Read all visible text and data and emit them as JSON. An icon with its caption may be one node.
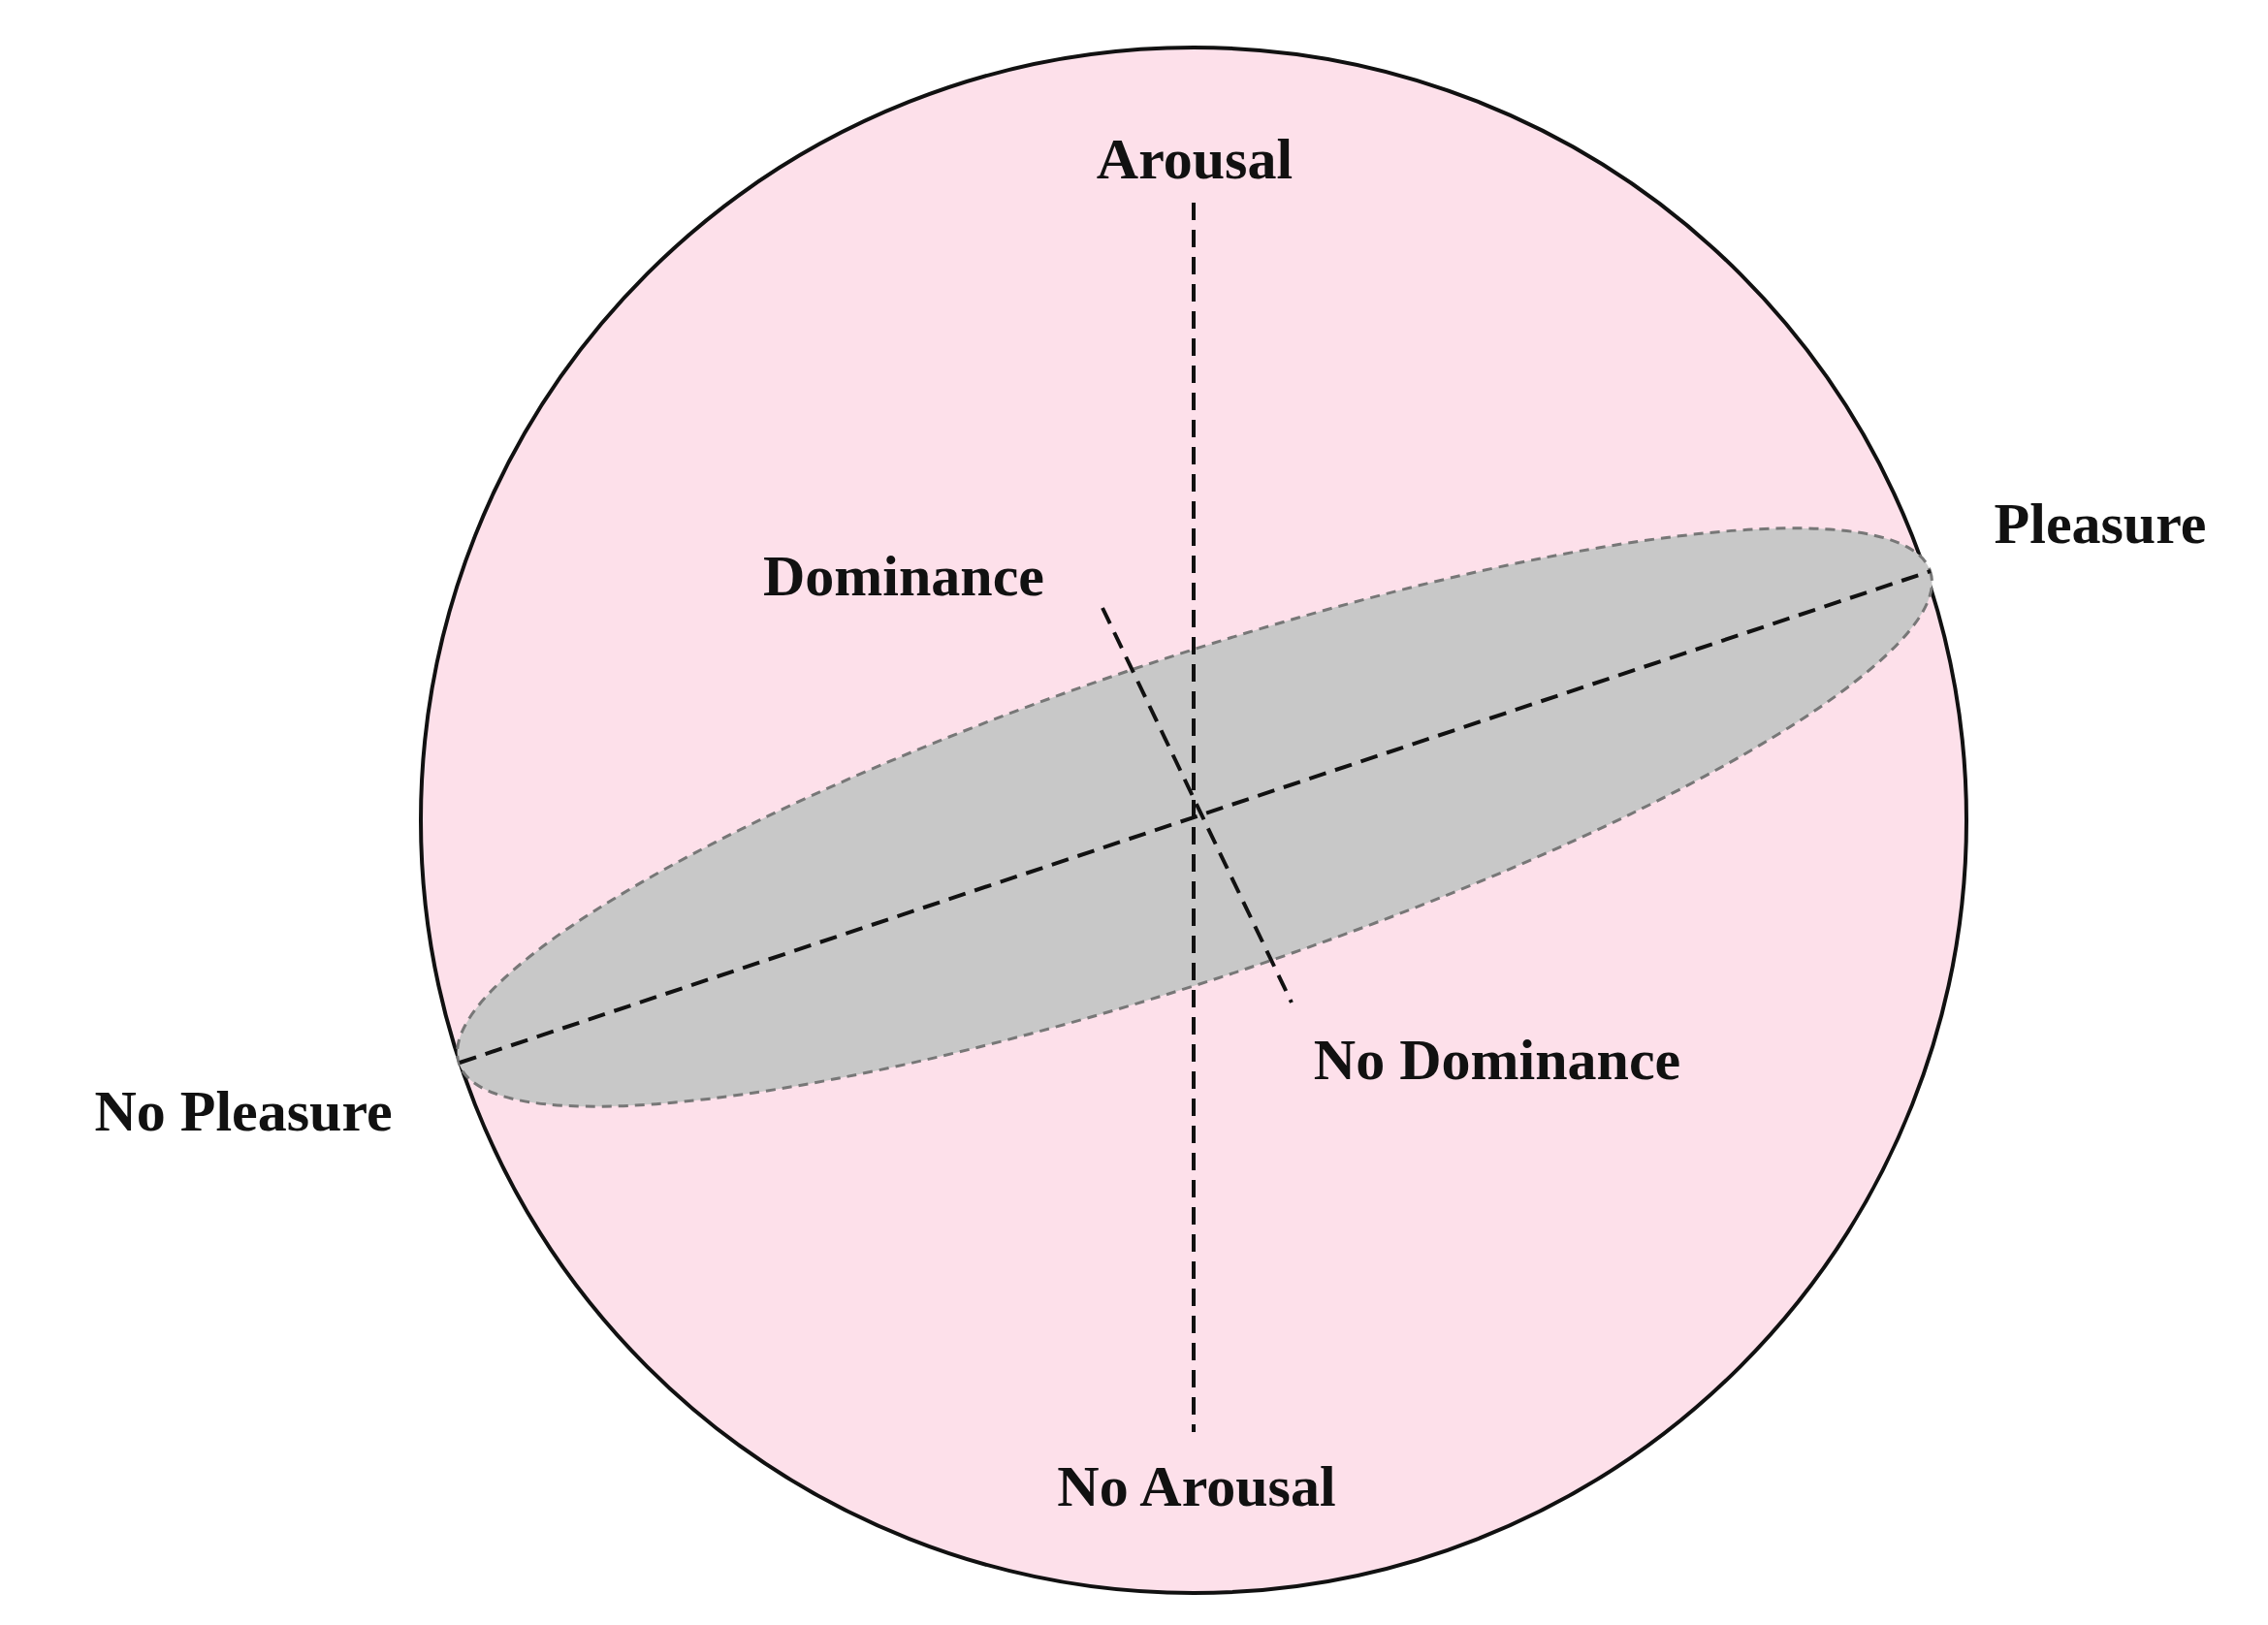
{
  "diagram": {
    "labels": [
      "Arousal",
      "Pleasure",
      "Dominance",
      "No Dominance",
      "No Pleasure",
      "No Arousal"
    ]
  }
}
